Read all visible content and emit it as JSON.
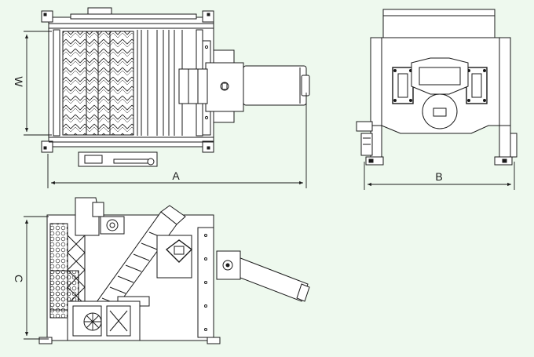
{
  "dimensions": {
    "width_label": "W",
    "length_label": "A",
    "breadth_label": "B",
    "height_label": "C"
  },
  "colors": {
    "background": "#eef9ee",
    "line": "#1a1a1a",
    "fill": "#ffffff",
    "dark": "#2a2a2a"
  }
}
